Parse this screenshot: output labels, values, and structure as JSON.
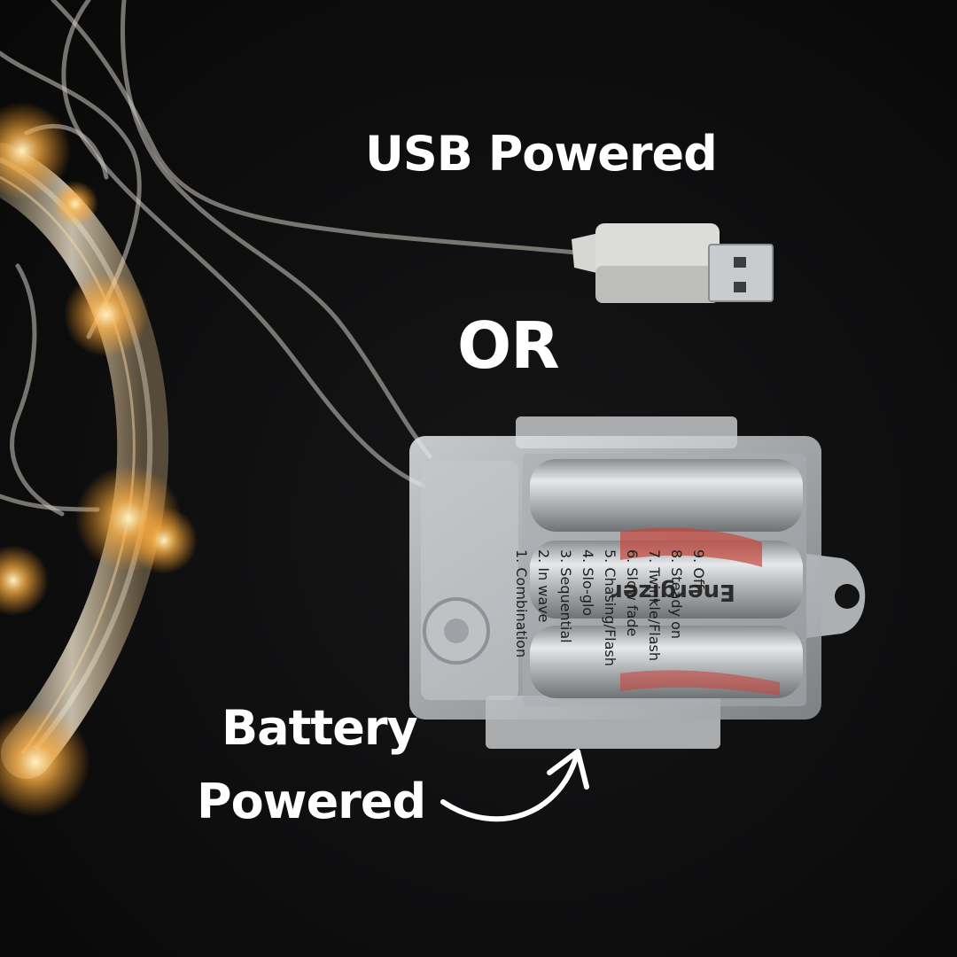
{
  "captions": {
    "usb": "USB Powered",
    "or": "OR",
    "battery_line1": "Battery",
    "battery_line2": "Powered"
  },
  "battery_box": {
    "brand": "Energizer",
    "modes": [
      "1. Combination",
      "2. In wave",
      "3. Sequential",
      "4. Slo-glo",
      "5. Chasing/Flash",
      "6. Slow fade",
      "7. Twinkle/Flash",
      "8. Steady on",
      "9. Off"
    ]
  },
  "colors": {
    "background": "#0c0c0d",
    "text": "#ffffff",
    "led_glow": "#ffb347",
    "plastic": "#d9dcdf"
  }
}
